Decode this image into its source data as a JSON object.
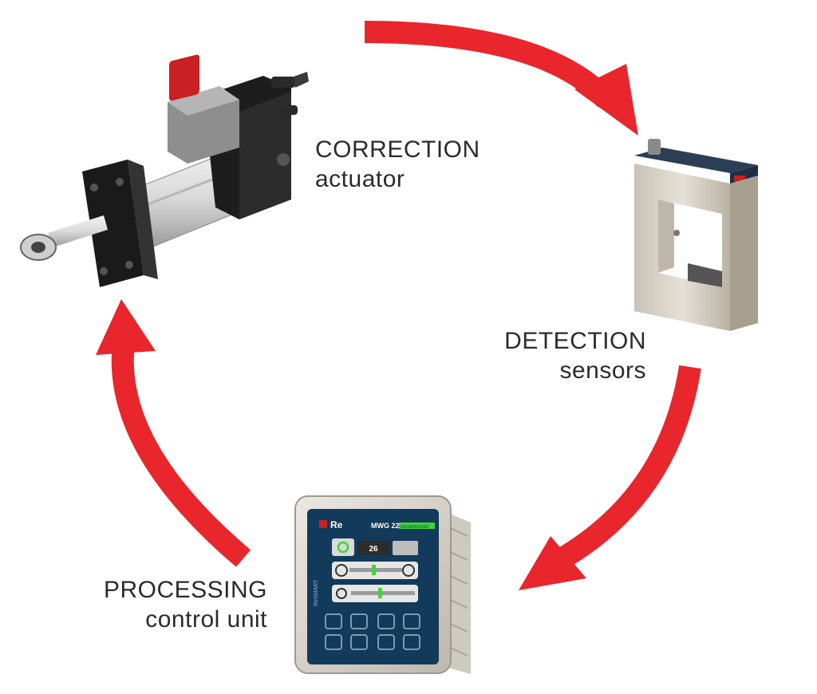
{
  "diagram": {
    "colors": {
      "arrow": "#e8262c",
      "text": "#2b2b2b",
      "panel_bg": "#123a5a",
      "panel_accent": "#3fd43a"
    },
    "stages": [
      {
        "id": "correction",
        "title": "CORRECTION",
        "subtitle": "actuator"
      },
      {
        "id": "detection",
        "title": "DETECTION",
        "subtitle": "sensors"
      },
      {
        "id": "processing",
        "title": "PROCESSING",
        "subtitle": "control unit"
      }
    ],
    "control_unit": {
      "brand": "Re",
      "model": "MWG 22",
      "tag": "RE/WEBGUIDE",
      "side_text": "ReSMART",
      "display_value": "26"
    }
  }
}
